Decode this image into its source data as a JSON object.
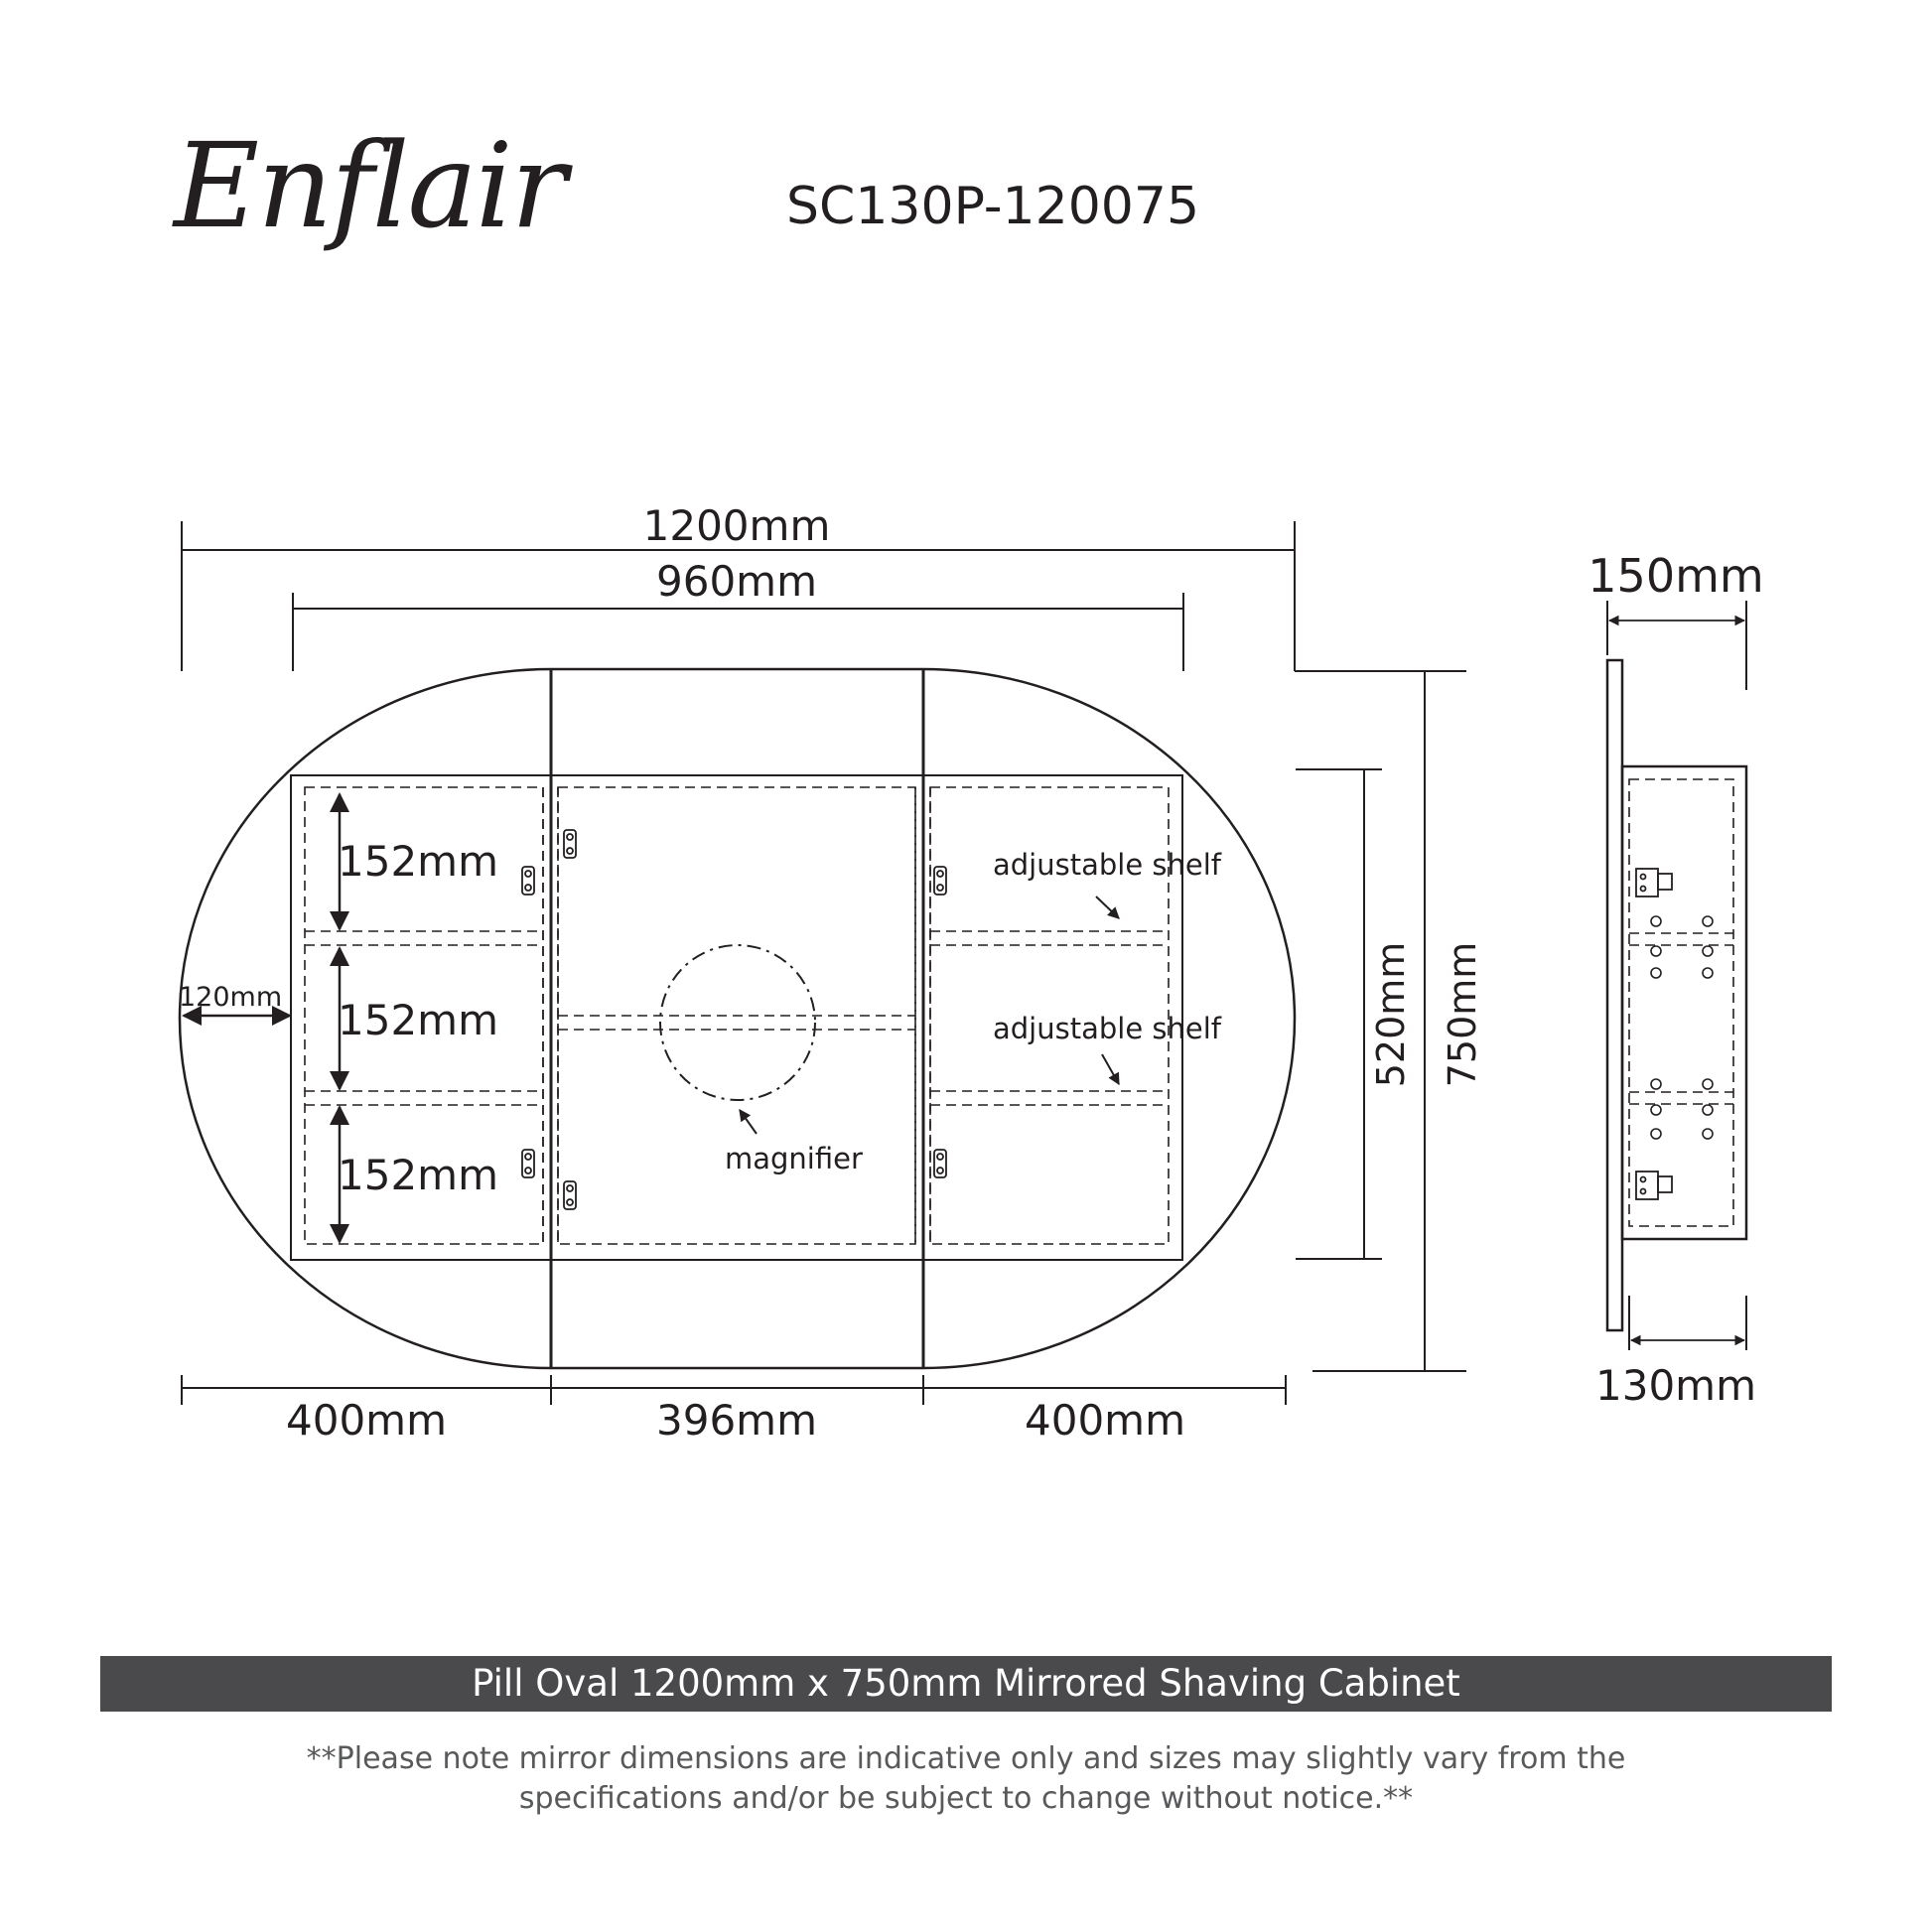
{
  "header": {
    "brand": "Enflair",
    "model_code": "SC130P-120075"
  },
  "front_view": {
    "overall_width": "1200mm",
    "inner_width": "960mm",
    "left_margin": "120mm",
    "shelf_spacing": [
      "152mm",
      "152mm",
      "152mm"
    ],
    "door_widths": [
      "400mm",
      "396mm",
      "400mm"
    ],
    "inner_height": "520mm",
    "overall_height": "750mm",
    "shelf_labels": [
      "adjustable shelf",
      "adjustable shelf"
    ],
    "magnifier_label": "magnifier"
  },
  "side_view": {
    "total_depth": "150mm",
    "body_depth": "130mm"
  },
  "footer": {
    "title": "Pill Oval 1200mm x 750mm Mirrored Shaving Cabinet",
    "note_line1": "**Please note mirror dimensions are indicative only and sizes may slightly vary from the",
    "note_line2": "specifications and/or be subject to change without notice.**"
  },
  "colors": {
    "line": "#231f20",
    "title_bar": "#4a4a4d",
    "note_text": "#58595b"
  }
}
